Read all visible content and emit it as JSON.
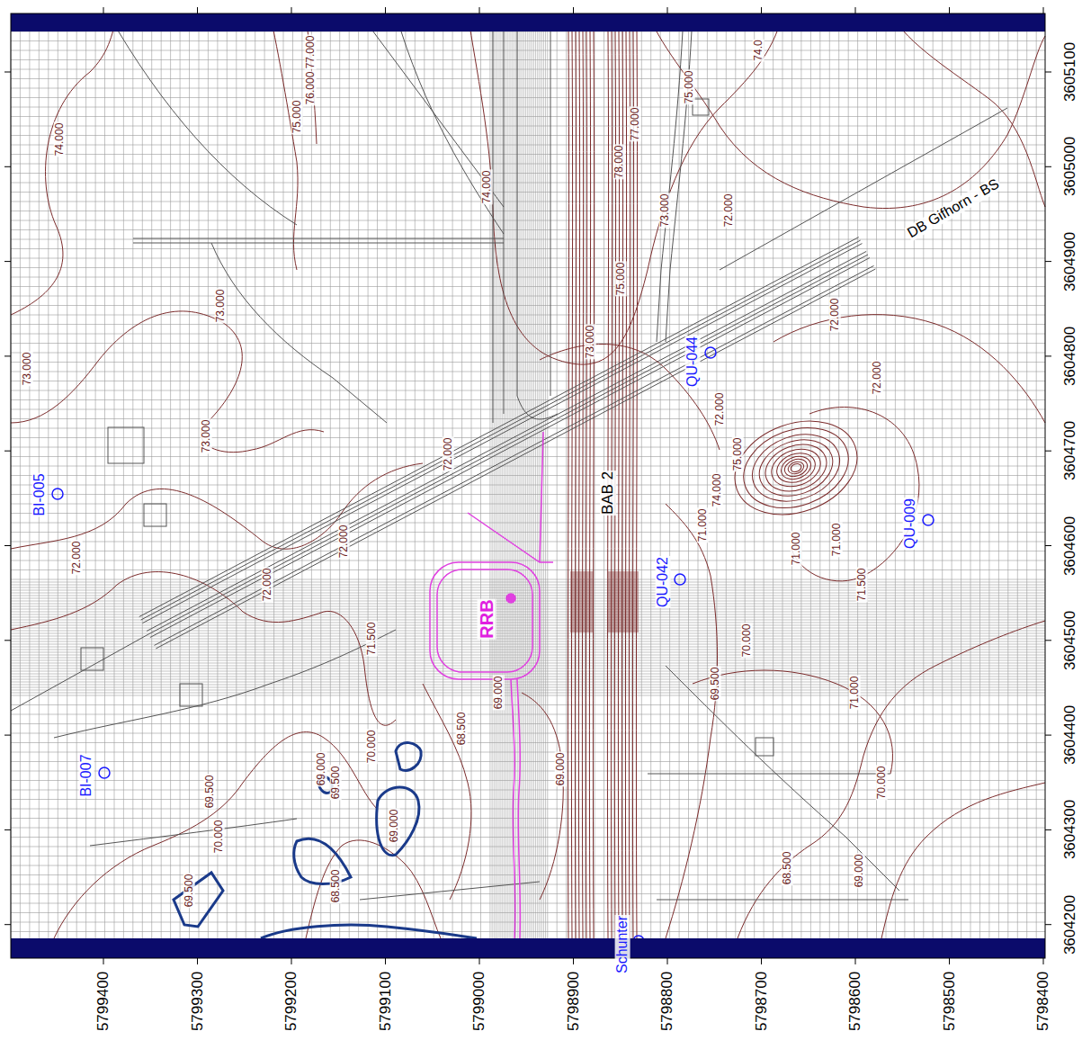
{
  "diagram": {
    "labels": [
      "5799400",
      "5799300",
      "5799200",
      "5799100",
      "5799000",
      "5798900",
      "5798800",
      "5798700",
      "5798600",
      "5798500",
      "5798400",
      "3605100",
      "3605000",
      "3604900",
      "3604800",
      "3604700",
      "3604600",
      "3604500",
      "3604400",
      "3604300",
      "3604200",
      "DB Gifhorn - BS",
      "BAB 2",
      "RRB",
      "BI-005",
      "BI-007",
      "QU-044",
      "QU-042",
      "QU-009",
      "Schunter",
      "74.000",
      "75.000",
      "76.000",
      "77.000",
      "74.000",
      "78.000",
      "77.000",
      "75.000",
      "74.0",
      "73.000",
      "72.000",
      "73.000",
      "73.000",
      "73.000",
      "72.000",
      "73.000",
      "75.000",
      "72.000",
      "72.000",
      "72.000",
      "72.000",
      "72.000",
      "71.500",
      "72.000",
      "75.000",
      "74.000",
      "71.000",
      "71.000",
      "71.000",
      "71.500",
      "70.000",
      "69.500",
      "71.000",
      "70.000",
      "69.000",
      "68.500",
      "69.000",
      "68.500",
      "69.000",
      "70.000",
      "69.500",
      "68.500",
      "69.000",
      "69.500",
      "70.000",
      "69.500",
      "69.000"
    ]
  }
}
